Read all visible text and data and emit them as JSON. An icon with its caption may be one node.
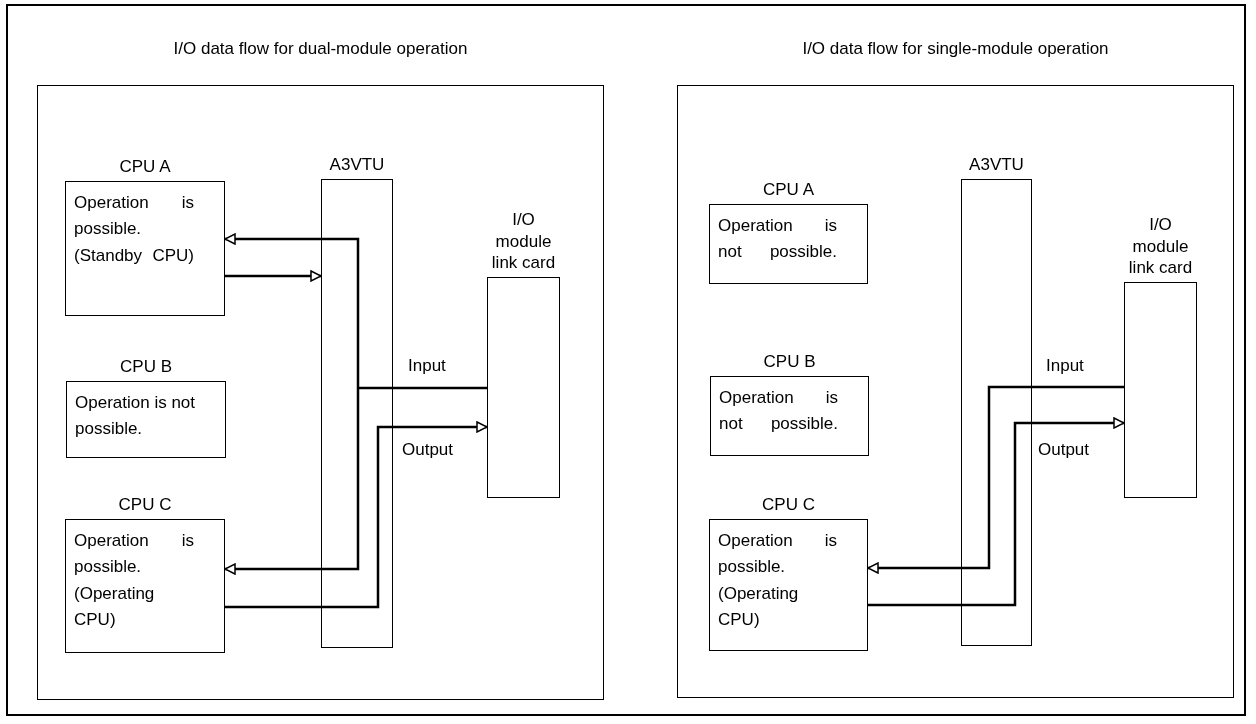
{
  "diagram": {
    "nodes": [
      {
        "text": [
          "I/O data flow for dual-module operation"
        ]
      },
      {
        "text": [
          "CPU A",
          "Operation is possible. (Standby CPU)"
        ],
        "in": 0
      },
      {
        "text": [
          "CPU B",
          "Operation is not possible."
        ],
        "in": 0
      },
      {
        "text": [
          "CPU C",
          "Operation is possible. (Operating CPU)"
        ],
        "in": 0
      },
      {
        "text": [
          "A3VTU"
        ],
        "in": 0
      },
      {
        "text": [
          "I/O module link card"
        ],
        "in": 0
      },
      {
        "text": [
          "I/O data flow for single-module operation"
        ]
      },
      {
        "text": [
          "CPU A",
          "Operation is not possible."
        ],
        "in": 6
      },
      {
        "text": [
          "CPU B",
          "Operation is not possible."
        ],
        "in": 6
      },
      {
        "text": [
          "CPU C",
          "Operation is possible. (Operating CPU)"
        ],
        "in": 6
      },
      {
        "text": [
          "A3VTU"
        ],
        "in": 6
      },
      {
        "text": [
          "I/O module link card"
        ],
        "in": 6
      }
    ],
    "edges": [
      {
        "from": 5,
        "to": 4,
        "arrow": "none",
        "label": "Input"
      },
      {
        "from": 4,
        "to": 1,
        "arrow": "to"
      },
      {
        "from": 4,
        "to": 3,
        "arrow": "to"
      },
      {
        "from": 1,
        "to": 4,
        "arrow": "to"
      },
      {
        "from": 3,
        "to": 4,
        "arrow": "none"
      },
      {
        "from": 4,
        "to": 5,
        "arrow": "to",
        "label": "Output"
      },
      {
        "from": 11,
        "to": 10,
        "arrow": "none",
        "label": "Input"
      },
      {
        "from": 10,
        "to": 9,
        "arrow": "to"
      },
      {
        "from": 9,
        "to": 10,
        "arrow": "none"
      },
      {
        "from": 10,
        "to": 11,
        "arrow": "to",
        "label": "Output"
      }
    ]
  }
}
